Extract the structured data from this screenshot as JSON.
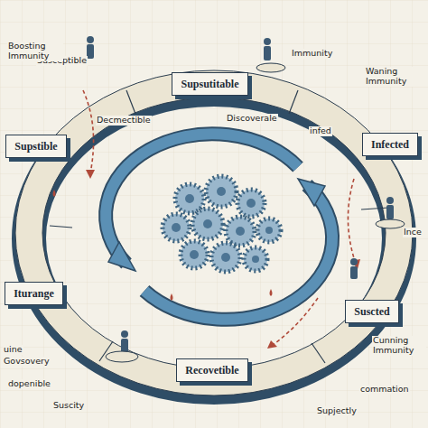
{
  "diagram": {
    "nodes": [
      {
        "text": [
          "Supsutitable"
        ]
      },
      {
        "text": [
          "Supstible"
        ]
      },
      {
        "text": [
          "Infected"
        ]
      },
      {
        "text": [
          "Iturange"
        ]
      },
      {
        "text": [
          "Suscted"
        ]
      },
      {
        "text": [
          "Recovetible"
        ]
      }
    ],
    "labels": [
      "Susceptible",
      "Boosting Immunity",
      "Immunity",
      "Waning Immunity",
      "infed",
      "Decmectible",
      "Discoverale",
      "Ince",
      "uine",
      "Govsovery",
      "Cunning Immunity",
      "dopenible",
      "Suscity",
      "commation",
      "Supjectly"
    ]
  }
}
